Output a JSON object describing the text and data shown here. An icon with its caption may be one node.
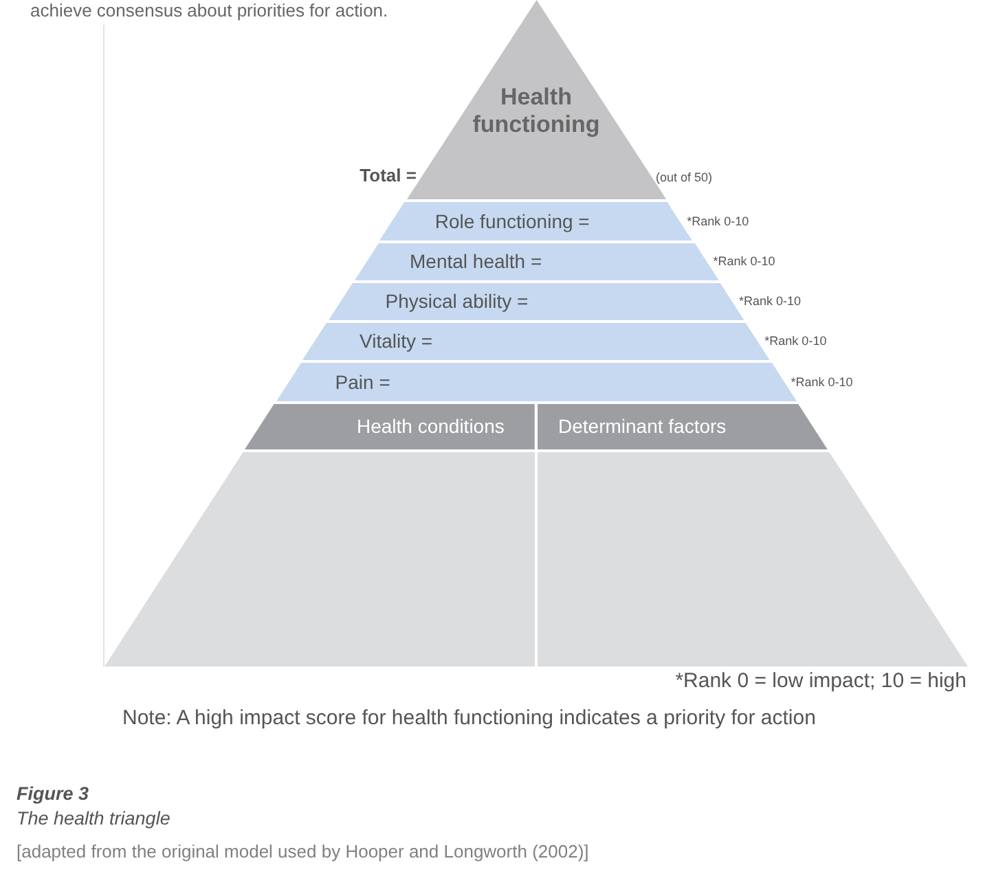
{
  "diagram": {
    "caption": "**Figure 3** The health triangle",
    "nodes": [
      {
        "text": [
          "Health functioning"
        ],
        "beside": [
          "Total =",
          "(out of 50)"
        ]
      },
      {
        "text": [
          "Role functioning ="
        ],
        "beside": [
          "*Rank 0-10"
        ]
      },
      {
        "text": [
          "Mental health ="
        ],
        "beside": [
          "*Rank 0-10"
        ]
      },
      {
        "text": [
          "Physical ability ="
        ],
        "beside": [
          "*Rank 0-10"
        ]
      },
      {
        "text": [
          "Vitality ="
        ],
        "beside": [
          "*Rank 0-10"
        ]
      },
      {
        "text": [
          "Pain ="
        ],
        "beside": [
          "*Rank 0-10"
        ]
      },
      {
        "text": [
          "Health conditions"
        ]
      },
      {
        "text": [
          "Determinant factors"
        ]
      },
      {
        "text": [],
        "shape": "trapezoid"
      },
      {
        "text": [],
        "shape": "trapezoid"
      }
    ],
    "edges": [],
    "labels": [
      "achieve consensus about priorities for action.",
      "*Rank 0 = low impact; 10 = high",
      "Note: A high impact score for health functioning indicates a priority for action",
      "[adapted from the original model used by Hooper and Longworth (2002)]"
    ]
  }
}
